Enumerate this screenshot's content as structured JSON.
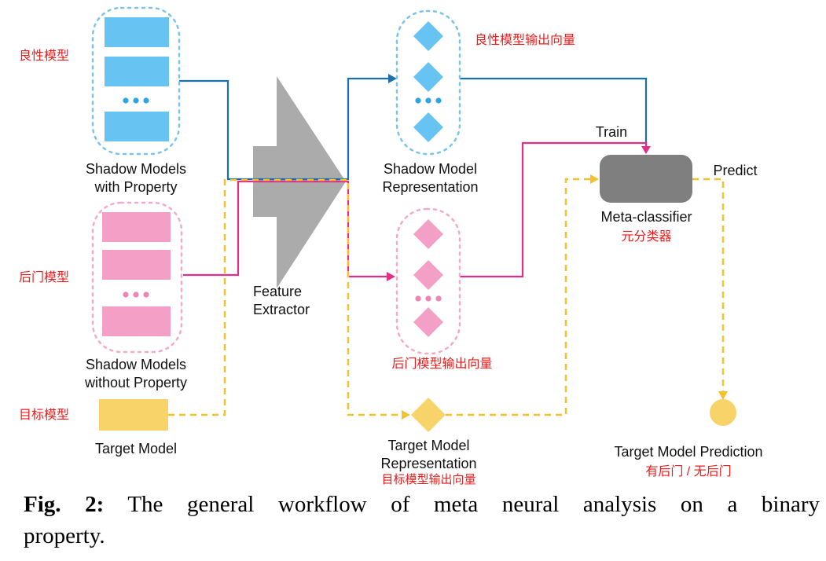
{
  "colors": {
    "blue_fill": "#66c3f2",
    "blue_container_stroke": "#7cc3e8",
    "blue_dots": "#2ba5e6",
    "pink_fill": "#f4a0c6",
    "pink_container_stroke": "#f3a9ca",
    "pink_dots": "#ee85b5",
    "yellow_fill": "#f8d36a",
    "gray_arrow": "#ababab",
    "meta_gray": "#7f7f7f",
    "blue_line": "#1b6fae",
    "pink_line": "#e02f86",
    "yellow_line": "#f2c12e",
    "red_text": "#ee1c1c"
  },
  "nodes": {
    "benign_shadow": {
      "cn": "良性模型",
      "line1": "Shadow Models",
      "line2": "with Property"
    },
    "backdoor_shadow": {
      "cn": "后门模型",
      "line1": "Shadow Models",
      "line2": "without Property"
    },
    "target_model": {
      "cn": "目标模型",
      "label": "Target Model"
    },
    "feature_extractor": {
      "line1": "Feature",
      "line2": "Extractor"
    },
    "benign_repr": {
      "cn": "良性模型输出向量",
      "line1": "Shadow Model",
      "line2": "Representation"
    },
    "backdoor_repr": {
      "cn": "后门模型输出向量"
    },
    "target_repr": {
      "line1": "Target Model",
      "line2": "Representation",
      "cn": "目标模型输出向量"
    },
    "meta_classifier": {
      "label": "Meta-classifier",
      "cn": "元分类器"
    },
    "target_prediction": {
      "label": "Target Model Prediction",
      "cn": "有后门 / 无后门"
    }
  },
  "edges": {
    "train_label": "Train",
    "predict_label": "Predict"
  },
  "caption": {
    "prefix": "Fig. 2:",
    "line1": "The general workflow of meta neural analysis on a binary",
    "line2": "property."
  }
}
